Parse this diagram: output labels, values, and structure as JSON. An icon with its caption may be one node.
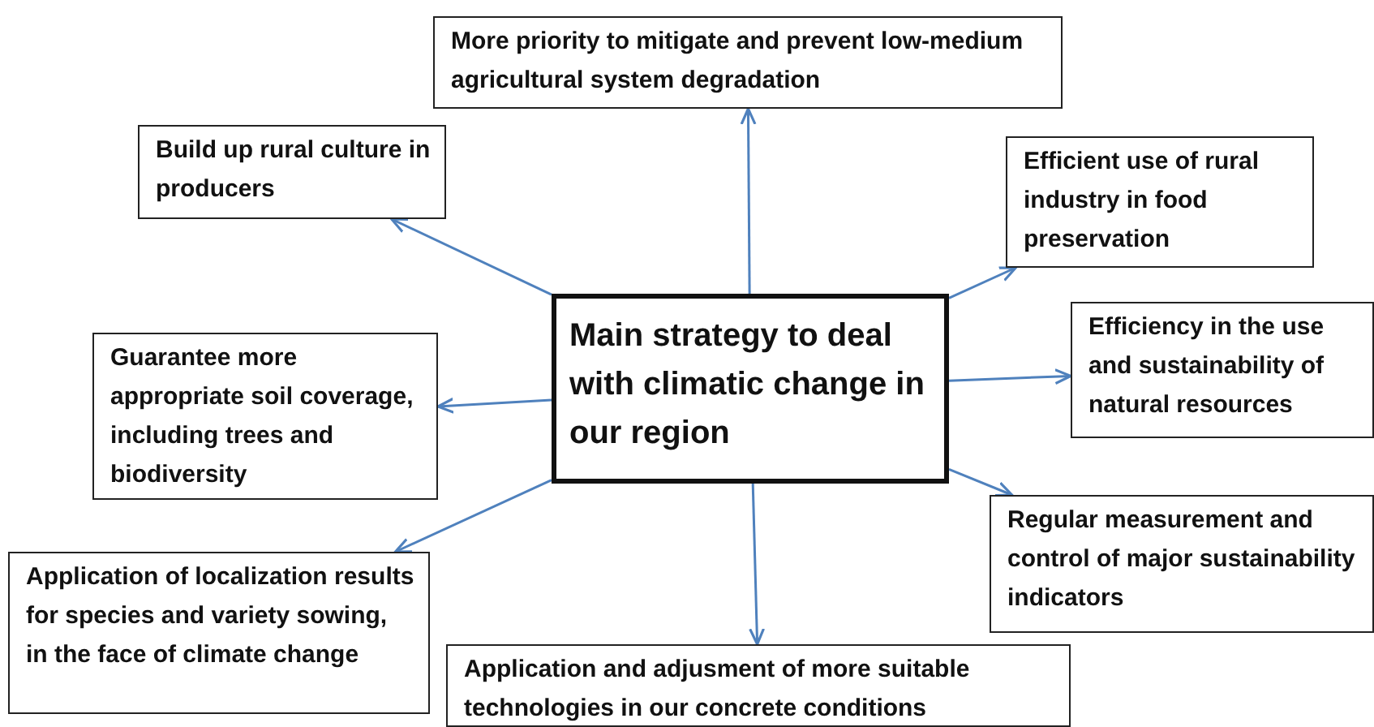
{
  "diagram": {
    "nodes": [
      {
        "text": [
          "More priority to mitigate and prevent low-medium agricultural system degradation"
        ]
      },
      {
        "text": [
          "Build up rural culture in producers"
        ]
      },
      {
        "text": [
          "Efficient use of rural industry in food preservation"
        ]
      },
      {
        "text": [
          "Main strategy to deal with climatic change in our region"
        ]
      },
      {
        "text": [
          "Guarantee more appropriate soil coverage, including trees and biodiversity"
        ]
      },
      {
        "text": [
          "Efficiency in the use and sustainability of natural resources"
        ]
      },
      {
        "text": [
          "Regular measurement and control of major sustainability indicators"
        ]
      },
      {
        "text": [
          "Application of localization results for species and variety sowing, in the face of climate change"
        ]
      },
      {
        "text": [
          "Application and adjusment of more suitable technologies in our concrete conditions"
        ]
      }
    ],
    "edges": [
      {
        "from": 3,
        "to": 0,
        "arrow": "to"
      },
      {
        "from": 3,
        "to": 1,
        "arrow": "to"
      },
      {
        "from": 3,
        "to": 2,
        "arrow": "to"
      },
      {
        "from": 3,
        "to": 4,
        "arrow": "to"
      },
      {
        "from": 3,
        "to": 5,
        "arrow": "to"
      },
      {
        "from": 3,
        "to": 6,
        "arrow": "to"
      },
      {
        "from": 3,
        "to": 7,
        "arrow": "to"
      },
      {
        "from": 3,
        "to": 8,
        "arrow": "to"
      }
    ]
  }
}
